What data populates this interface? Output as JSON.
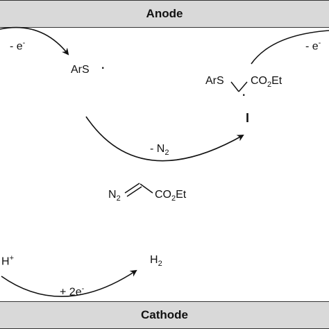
{
  "anode": {
    "label": "Anode"
  },
  "cathode": {
    "label": "Cathode"
  },
  "species": {
    "thiyl_radical": {
      "text": "ArS",
      "dot": "·"
    },
    "radical_I": {
      "ars": "ArS",
      "co2et_co": "CO",
      "co2et_sub": "2",
      "co2et_et": "Et",
      "dot": "·",
      "label": "I"
    },
    "diazo": {
      "n": "N",
      "n_sub": "2",
      "co2et_co": "CO",
      "co2et_sub": "2",
      "co2et_et": "Et"
    },
    "proton": {
      "text": "H",
      "sup": "+"
    },
    "hydrogen": {
      "text": "H",
      "sub": "2"
    }
  },
  "arrows": {
    "anode_left": {
      "text": "- e",
      "sup": "-"
    },
    "anode_right": {
      "text": "- e",
      "sup": "-"
    },
    "n2_loss": {
      "text": "- N",
      "sub": "2"
    },
    "cathode": {
      "text": "+ 2e",
      "sup": "-"
    }
  }
}
